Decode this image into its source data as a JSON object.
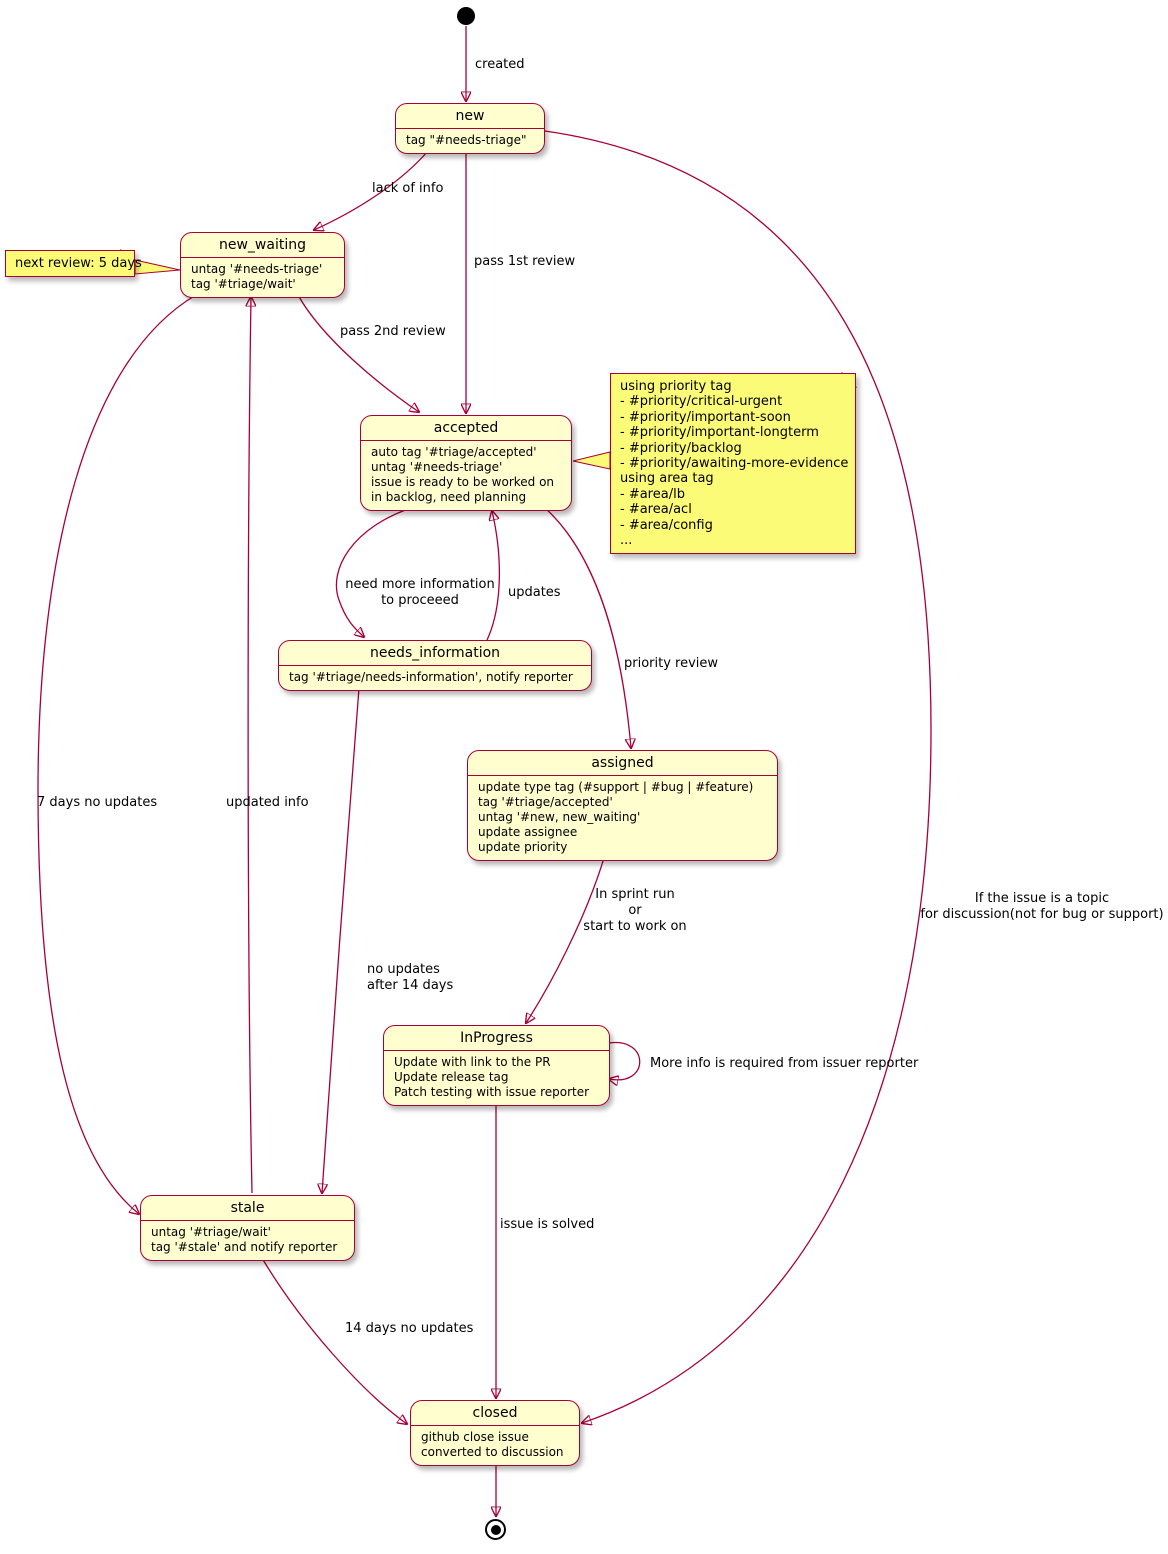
{
  "states": {
    "new": {
      "title": "new",
      "body": "tag \"#needs-triage\""
    },
    "new_waiting": {
      "title": "new_waiting",
      "body": "untag '#needs-triage'\ntag '#triage/wait'"
    },
    "accepted": {
      "title": "accepted",
      "body": "auto tag '#triage/accepted'\nuntag '#needs-triage'\nissue is ready to be worked on\nin backlog, need planning"
    },
    "needs_information": {
      "title": "needs_information",
      "body": "tag '#triage/needs-information', notify reporter"
    },
    "assigned": {
      "title": "assigned",
      "body": "update type tag (#support | #bug | #feature)\ntag '#triage/accepted'\nuntag '#new, new_waiting'\nupdate assignee\nupdate priority"
    },
    "InProgress": {
      "title": "InProgress",
      "body": "Update with link to the PR\nUpdate release tag\nPatch testing with issue reporter"
    },
    "stale": {
      "title": "stale",
      "body": "untag '#triage/wait'\ntag '#stale' and notify reporter"
    },
    "closed": {
      "title": "closed",
      "body": "github close issue\nconverted to discussion"
    }
  },
  "notes": {
    "next_review": "next review: 5 days",
    "priority_tags": "using priority tag\n- #priority/critical-urgent\n- #priority/important-soon\n- #priority/important-longterm\n- #priority/backlog\n- #priority/awaiting-more-evidence\nusing area tag\n- #area/lb\n- #area/acl\n- #area/config\n..."
  },
  "edges": {
    "created": "created",
    "lack_of_info": "lack of info",
    "pass_1st_review": "pass 1st review",
    "pass_2nd_review": "pass 2nd review",
    "need_more_info": "need more information\nto proceeed",
    "updates": "updates",
    "priority_review": "priority review",
    "in_sprint": "In sprint run\nor\nstart to work on",
    "more_info_loop": "More info is required from issuer reporter",
    "issue_solved": "issue is solved",
    "no_updates_14_days": "no updates\nafter 14 days",
    "seven_days_no_updates": "7 days no updates",
    "updated_info": "updated info",
    "fourteen_days_no_updates": "14 days no updates",
    "topic_discussion": "If the issue is a topic\nfor discussion(not for bug or support)"
  },
  "colors": {
    "state_fill": "#FEFECE",
    "state_border": "#A80036",
    "note_fill": "#FBFB77",
    "arrow": "#A80036",
    "text": "#000000"
  }
}
